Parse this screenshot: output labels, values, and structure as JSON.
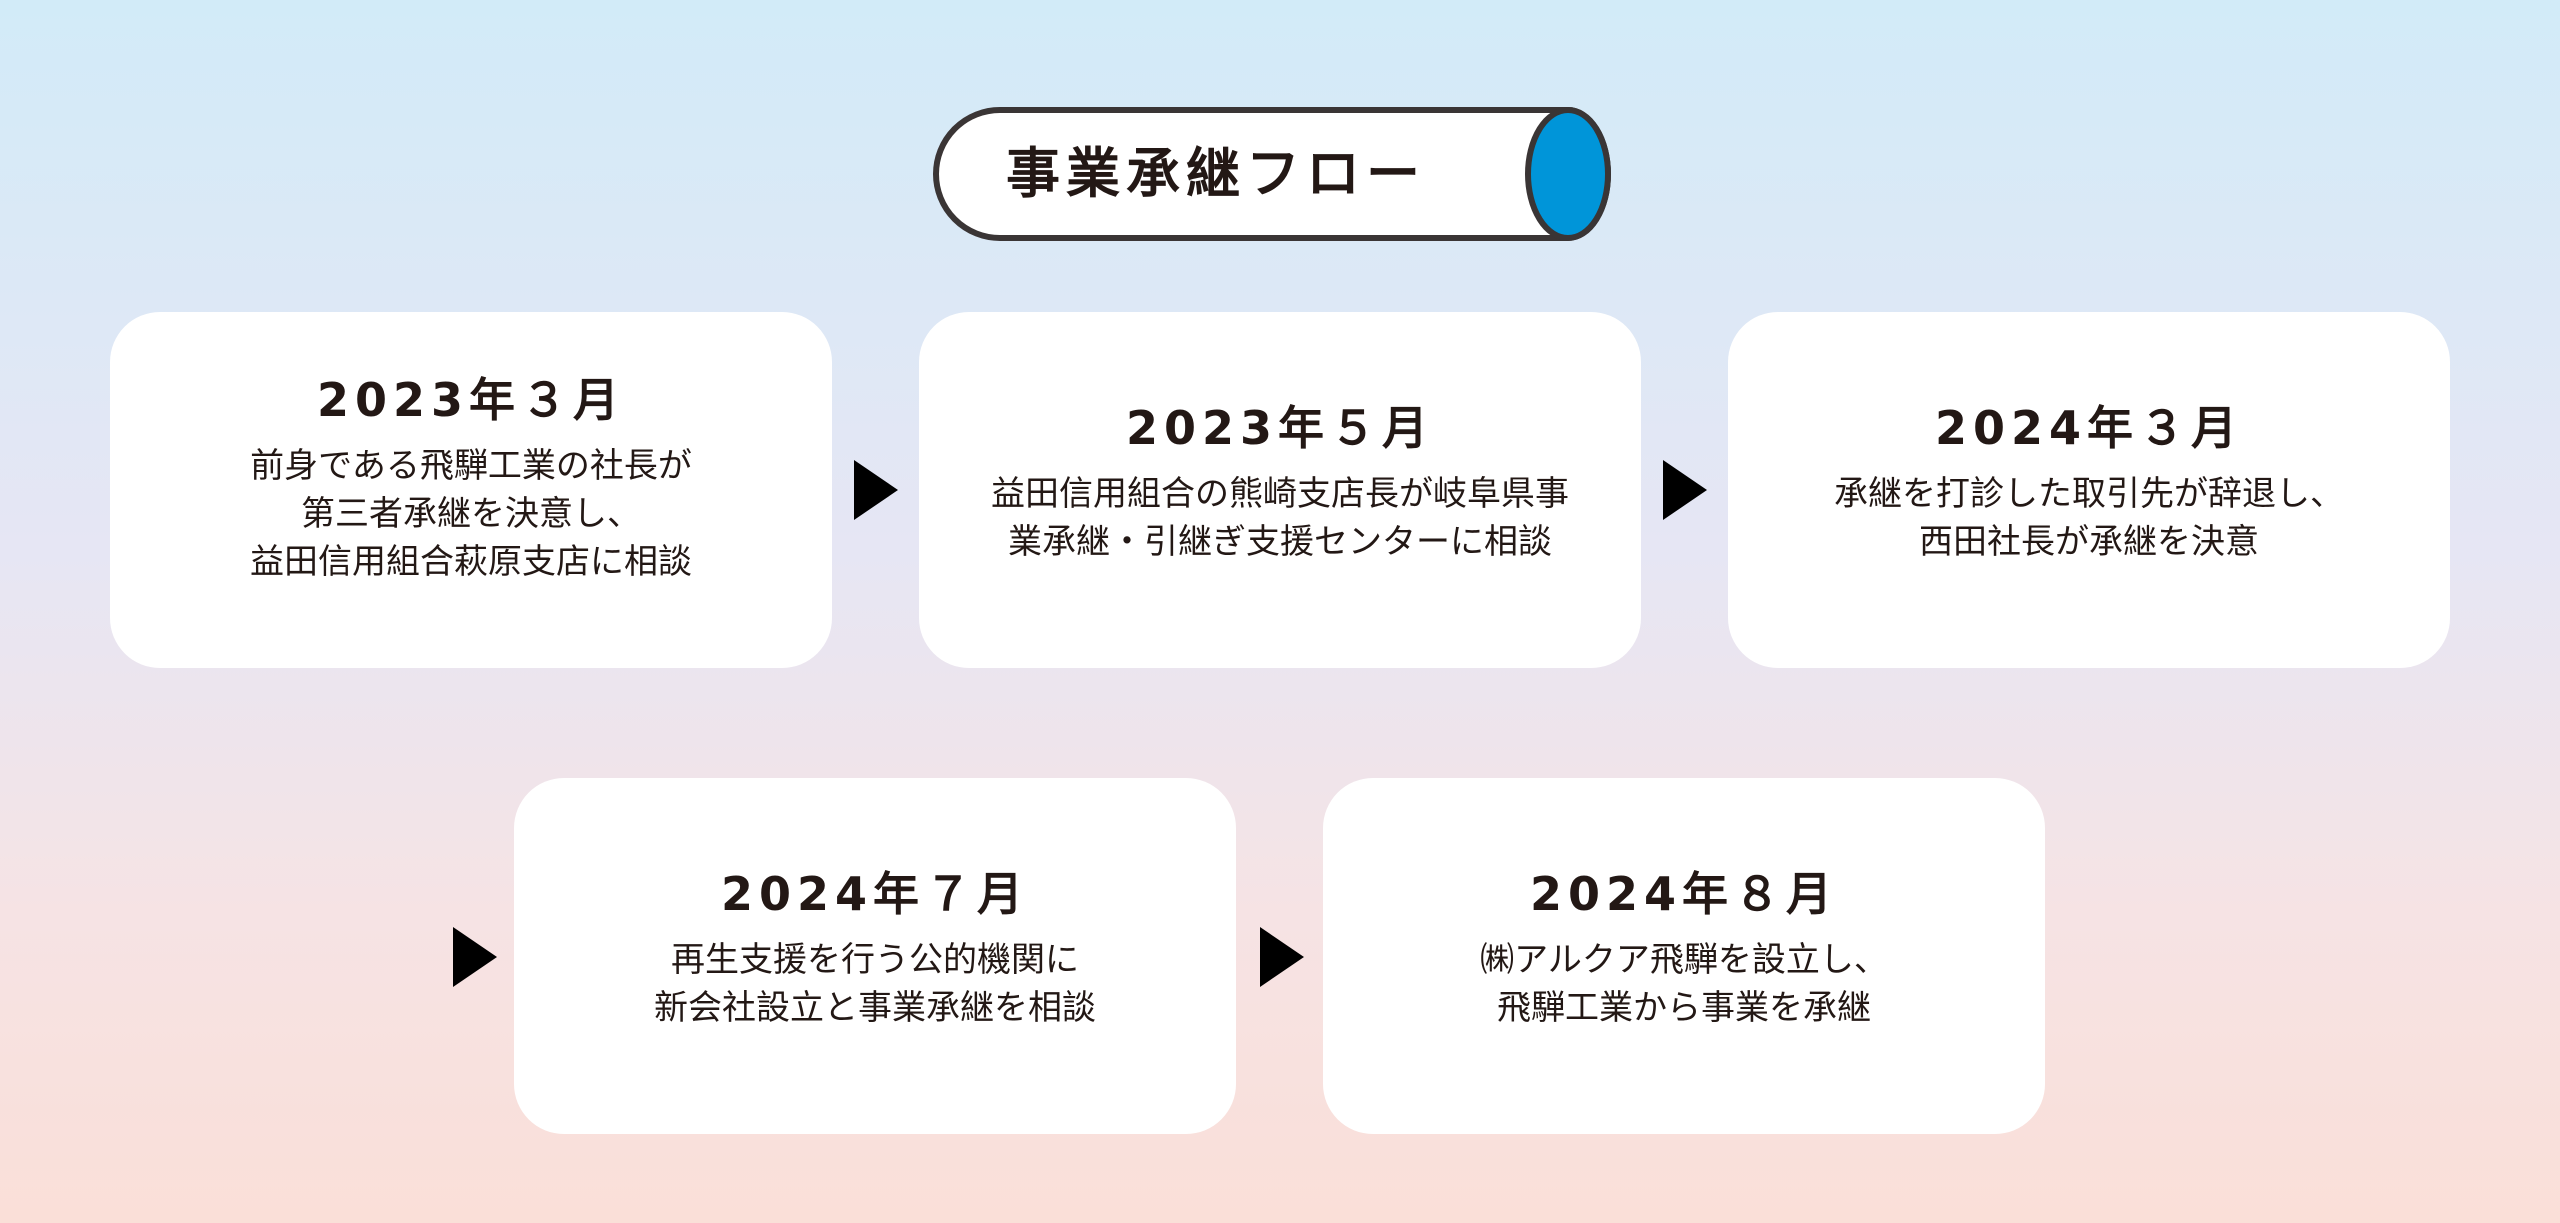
{
  "title": "事業承継フロー",
  "colors": {
    "tube_cap": "#0095d9",
    "text": "#231815",
    "arrow": "#000000",
    "card": "#ffffff"
  },
  "steps": [
    {
      "date": "2023年３月",
      "lines": [
        "前身である飛騨工業の社長が",
        "第三者承継を決意し、",
        "益田信用組合萩原支店に相談"
      ]
    },
    {
      "date": "2023年５月",
      "lines": [
        "益田信用組合の熊崎支店長が岐阜県事",
        "業承継・引継ぎ支援センターに相談"
      ]
    },
    {
      "date": "2024年３月",
      "lines": [
        "承継を打診した取引先が辞退し、",
        "西田社長が承継を決意"
      ]
    },
    {
      "date": "2024年７月",
      "lines": [
        "再生支援を行う公的機関に",
        "新会社設立と事業承継を相談"
      ]
    },
    {
      "date": "2024年８月",
      "lines": [
        "㈱アルクア飛騨を設立し、",
        "飛騨工業から事業を承継"
      ]
    }
  ]
}
